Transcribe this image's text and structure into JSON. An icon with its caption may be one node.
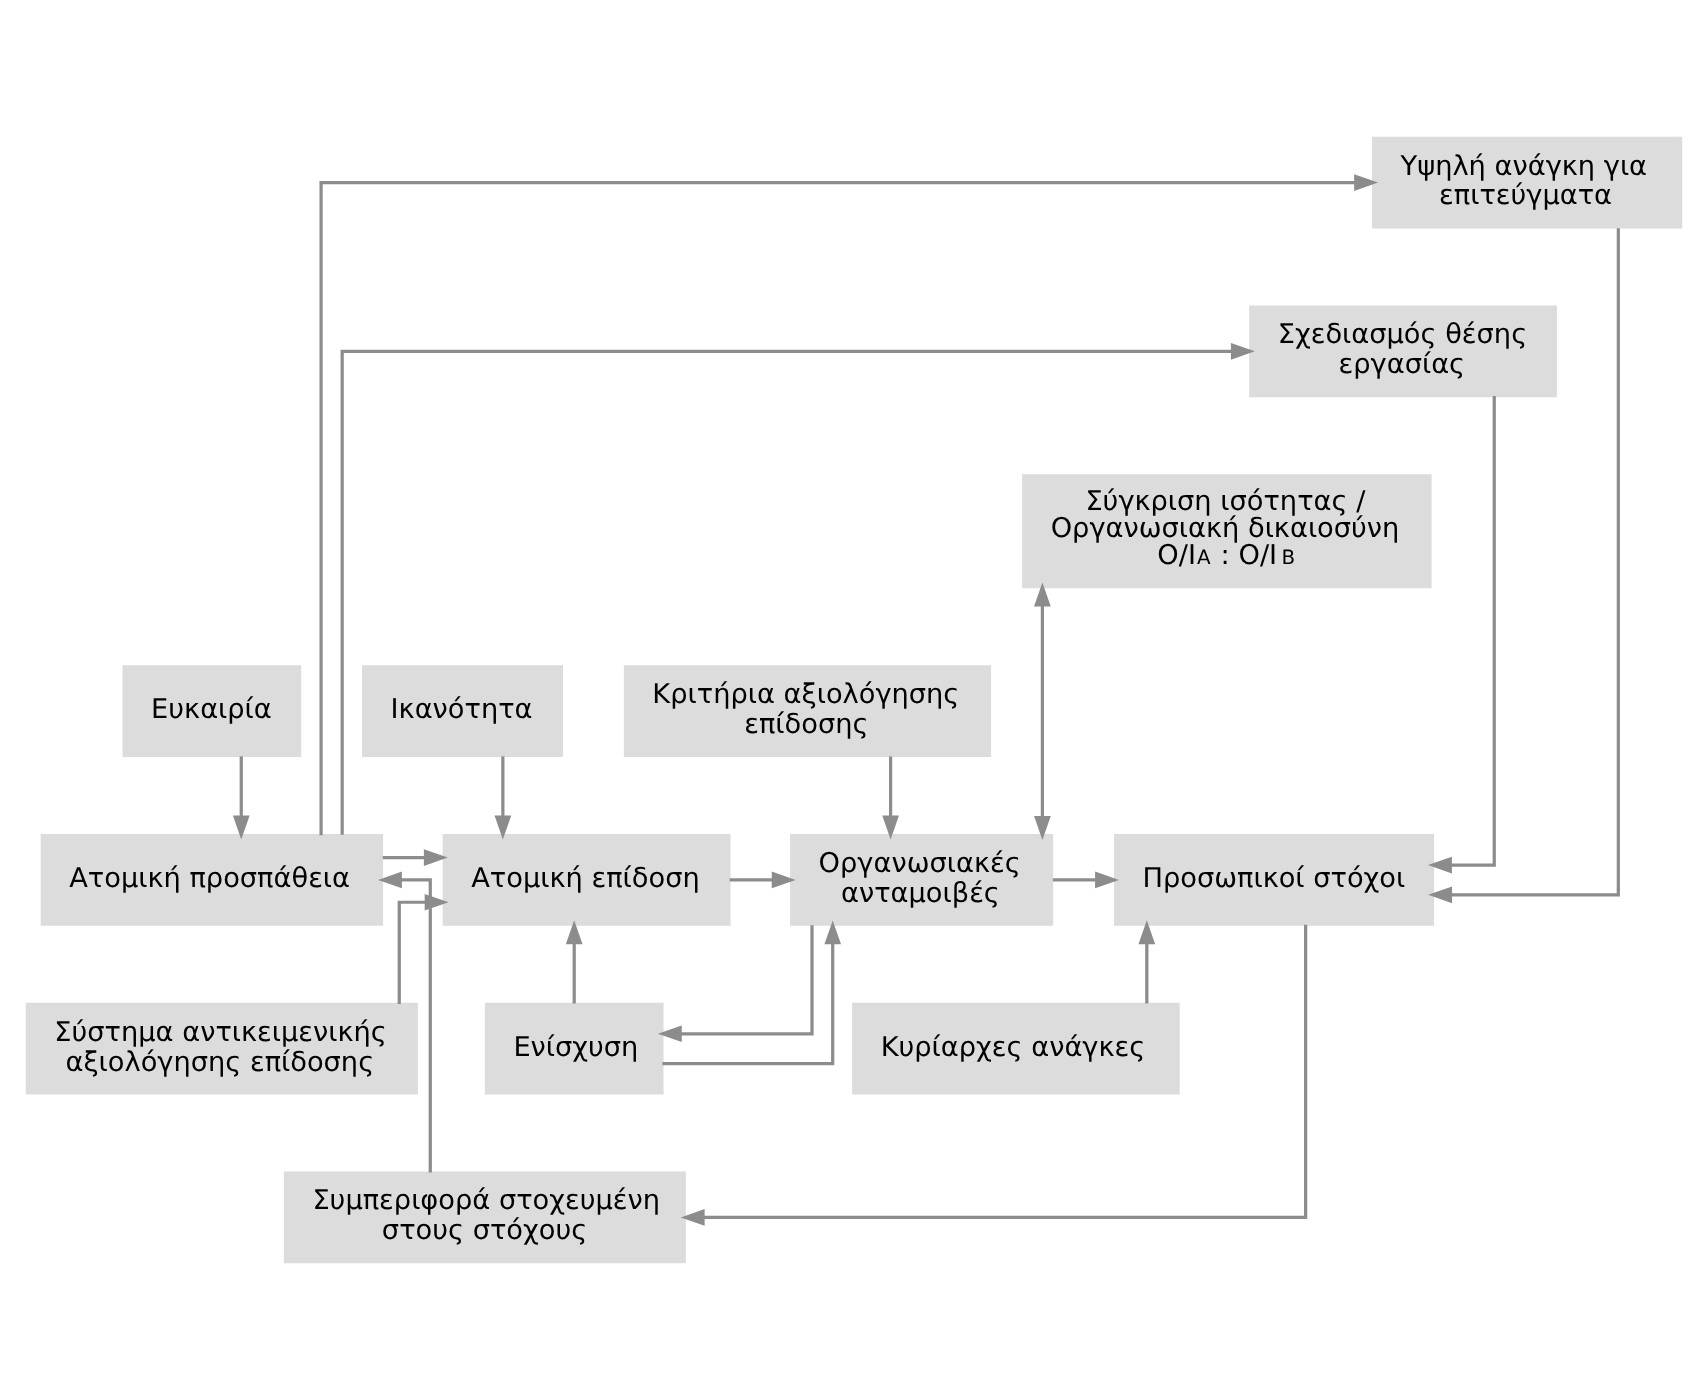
{
  "diagram": {
    "nodes": [
      {
        "text": [
          "Υψηλή ανάγκη για επιτεύγματα"
        ]
      },
      {
        "text": [
          "Σχεδιασμός θέσης εργασίας"
        ]
      },
      {
        "text": [
          "Σύγκριση ισότητας / Οργανωσιακή δικαιοσύνη",
          "O/I$_{A}$ : O/I$_{B}$"
        ]
      },
      {
        "text": [
          "Ευκαιρία"
        ]
      },
      {
        "text": [
          "Ικανότητα"
        ]
      },
      {
        "text": [
          "Κριτήρια αξιολόγησης επίδοσης"
        ]
      },
      {
        "text": [
          "Ατομική προσπάθεια"
        ]
      },
      {
        "text": [
          "Ατομική επίδοση"
        ]
      },
      {
        "text": [
          "Οργανωσιακές ανταμοιβές"
        ]
      },
      {
        "text": [
          "Προσωπικοί στόχοι"
        ]
      },
      {
        "text": [
          "Σύστημα αντικειμενικής αξιολόγησης επίδοσης"
        ]
      },
      {
        "text": [
          "Ενίσχυση"
        ]
      },
      {
        "text": [
          "Κυρίαρχες ανάγκες"
        ]
      },
      {
        "text": [
          "Συμπεριφορά στοχευμένη στους στόχους"
        ]
      }
    ],
    "edges": [
      {
        "from": 6,
        "to": 0,
        "arrow": "to"
      },
      {
        "from": 6,
        "to": 1,
        "arrow": "to"
      },
      {
        "from": 0,
        "to": 9,
        "arrow": "to"
      },
      {
        "from": 1,
        "to": 9,
        "arrow": "to"
      },
      {
        "from": 8,
        "to": 2,
        "arrow": "both"
      },
      {
        "from": 3,
        "to": 6,
        "arrow": "to"
      },
      {
        "from": 6,
        "to": 7,
        "arrow": "to"
      },
      {
        "from": 4,
        "to": 7,
        "arrow": "to"
      },
      {
        "from": 10,
        "to": 7,
        "arrow": "to"
      },
      {
        "from": 7,
        "to": 8,
        "arrow": "to"
      },
      {
        "from": 5,
        "to": 8,
        "arrow": "to"
      },
      {
        "from": 11,
        "to": 7,
        "arrow": "to"
      },
      {
        "from": 11,
        "to": 8,
        "arrow": "to"
      },
      {
        "from": 8,
        "to": 11,
        "arrow": "to"
      },
      {
        "from": 8,
        "to": 9,
        "arrow": "to"
      },
      {
        "from": 12,
        "to": 9,
        "arrow": "to"
      },
      {
        "from": 9,
        "to": 13,
        "arrow": "to"
      },
      {
        "from": 13,
        "to": 6,
        "arrow": "to"
      }
    ]
  }
}
